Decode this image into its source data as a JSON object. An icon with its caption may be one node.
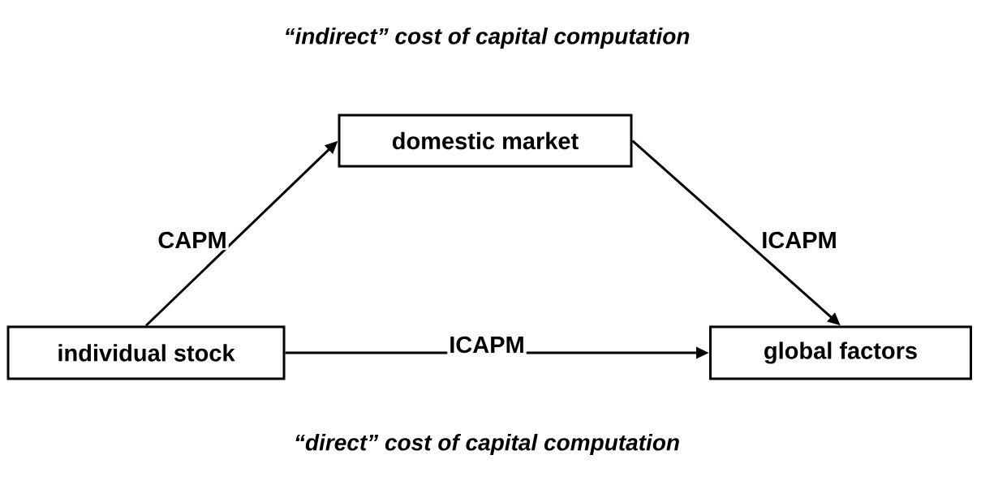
{
  "diagram": {
    "title": "“indirect” cost of capital computation",
    "caption": "“direct” cost of capital computation",
    "nodes": [
      {
        "text": [
          "domestic market"
        ]
      },
      {
        "text": [
          "individual stock"
        ]
      },
      {
        "text": [
          "global factors"
        ]
      }
    ],
    "edges": [
      {
        "from": 1,
        "to": 0,
        "arrow": "to",
        "label": "CAPM"
      },
      {
        "from": 0,
        "to": 2,
        "arrow": "to",
        "label": "ICAPM"
      },
      {
        "from": 1,
        "to": 2,
        "arrow": "to",
        "label": "ICAPM"
      }
    ]
  }
}
